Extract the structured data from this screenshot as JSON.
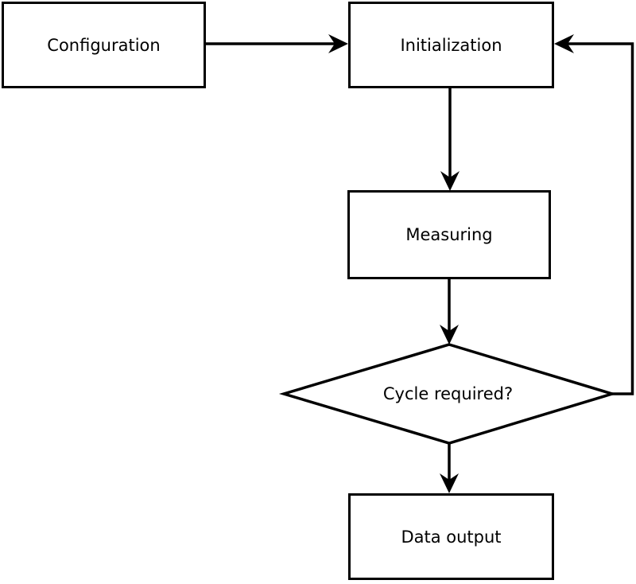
{
  "diagram": {
    "type": "flowchart",
    "background_color": "#ffffff",
    "stroke_color": "#000000",
    "text_color": "#000000",
    "nodes": [
      {
        "id": "configuration",
        "label": "Configuration",
        "shape": "rectangle"
      },
      {
        "id": "initialization",
        "label": "Initialization",
        "shape": "rectangle"
      },
      {
        "id": "measuring",
        "label": "Measuring",
        "shape": "rectangle"
      },
      {
        "id": "cycle-required",
        "label": "Cycle required?",
        "shape": "diamond"
      },
      {
        "id": "data-output",
        "label": "Data output",
        "shape": "rectangle"
      }
    ],
    "edges": [
      {
        "from": "configuration",
        "to": "initialization",
        "label": ""
      },
      {
        "from": "initialization",
        "to": "measuring",
        "label": ""
      },
      {
        "from": "measuring",
        "to": "cycle-required",
        "label": ""
      },
      {
        "from": "cycle-required",
        "to": "data-output",
        "label": ""
      },
      {
        "from": "cycle-required",
        "to": "initialization",
        "label": "",
        "style": "feedback-loop-right"
      }
    ]
  }
}
